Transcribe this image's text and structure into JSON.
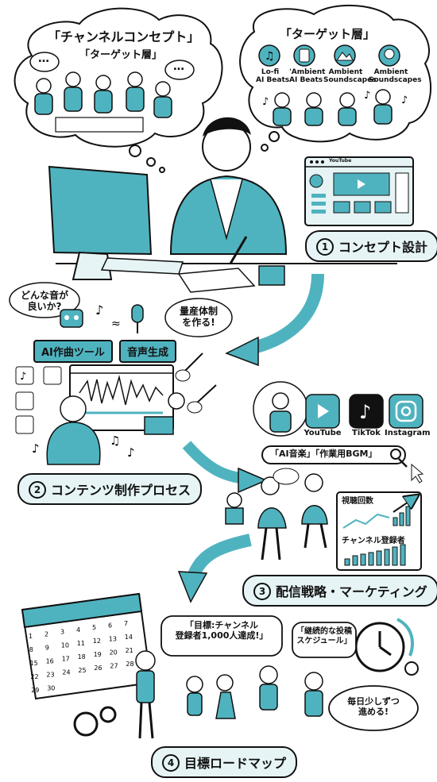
{
  "concept": {
    "bubble_title": "「チャンネルコンセプト」",
    "bubble_sub": "「ターゲット層」",
    "ellipsis": "…"
  },
  "target": {
    "title": "「ターゲット層」",
    "genres": [
      {
        "line1": "Lo-fi",
        "line2": "AI Beats"
      },
      {
        "line1": "'Ambient",
        "line2": "AI Beats"
      },
      {
        "line1": "Ambient",
        "line2": "Soundscapes"
      },
      {
        "line1": "Ambient",
        "line2": "Soundscapes"
      }
    ]
  },
  "browser": {
    "brand": "YouTube"
  },
  "steps": {
    "s1": {
      "num": "1",
      "label": "コンセプト設計"
    },
    "s2": {
      "num": "2",
      "label": "コンテンツ制作プロセス"
    },
    "s3": {
      "num": "3",
      "label": "配信戦略・マーケティング"
    },
    "s4": {
      "num": "4",
      "label": "目標ロードマップ"
    }
  },
  "production": {
    "question_l1": "どんな音が",
    "question_l2": "良いか?",
    "mass_l1": "量産体制",
    "mass_l2": "を作る!",
    "tool_ai": "AI作曲ツール",
    "tool_voice": "音声生成"
  },
  "platforms": [
    "YouTube",
    "TikTok",
    "Instagram"
  ],
  "search": {
    "query": "「AI音楽」「作業用BGM」"
  },
  "stats": {
    "views": "視聴回数",
    "subs": "チャンネル登録者"
  },
  "roadmap": {
    "goal_l1": "「目標:チャンネル",
    "goal_l2": "登録者1,000人達成!」",
    "schedule_l1": "「継続的な投稿",
    "schedule_l2": "スケジュール」",
    "daily_l1": "毎日少しずつ",
    "daily_l2": "進める!",
    "calendar_days": [
      "1",
      "2",
      "3",
      "4",
      "5",
      "6",
      "7",
      "8",
      "9",
      "10",
      "11",
      "12",
      "13",
      "14",
      "15",
      "16",
      "17",
      "18",
      "19",
      "20",
      "21",
      "22",
      "23",
      "24",
      "25",
      "26",
      "27",
      "28",
      "29",
      "30"
    ]
  },
  "colors": {
    "accent": "#4fb3bf",
    "light": "#e6f4f5",
    "line": "#111111"
  }
}
